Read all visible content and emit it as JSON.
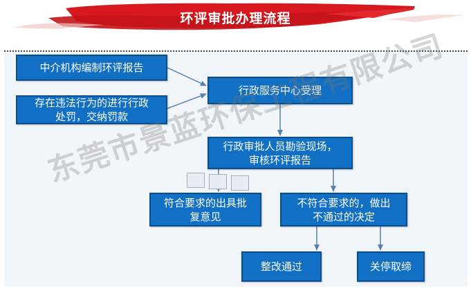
{
  "header": {
    "title": "环评审批办理流程"
  },
  "watermark": "东莞市景蓝环保工程有限公司",
  "colors": {
    "banner": "#d7191f",
    "box_fill": "#1170c3",
    "box_border": "#0d4f8c",
    "arrow": "#5b7fb0"
  },
  "nodes": {
    "agency_report": "中介机构编制环评报告",
    "violation_l1": "存在违法行为的进行行政",
    "violation_l2": "处罚，交纳罚款",
    "service_center": "行政服务中心受理",
    "inspection_l1": "行政审批人员勘验现场，",
    "inspection_l2": "审核环评报告",
    "compliant_l1": "符合要求的出具批",
    "compliant_l2": "复意见",
    "noncompliant_l1": "不符合要求的，做出",
    "noncompliant_l2": "不通过的决定",
    "rectify": "整改通过",
    "shutdown": "关停取缔"
  }
}
